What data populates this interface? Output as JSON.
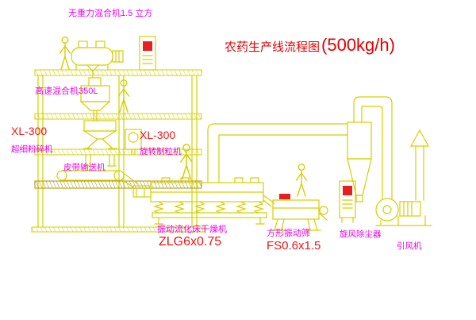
{
  "title": {
    "text": "农药生产线流程图",
    "capacity": "(500kg/h)"
  },
  "colors": {
    "line_color": "#d4d000",
    "line_dark": "#b08c00",
    "label_color": "#ee00ee",
    "model_color": "#f01414",
    "title_color": "#e60000",
    "panel_red": "#e62020"
  },
  "equipment": {
    "gravity_mixer": {
      "label": "无重力混合机1.5 立方"
    },
    "high_speed_mixer": {
      "label": "高速混合机350L"
    },
    "pulverizer": {
      "model": "XL-300",
      "label": "超细粉碎机"
    },
    "granulator": {
      "model": "XL-300",
      "label": "旋转制粒机"
    },
    "belt_conveyor": {
      "label": "皮带输送机"
    },
    "fluid_bed_dryer": {
      "label": "振动流化床干燥机",
      "model": "ZLG6x0.75"
    },
    "vibrating_screen": {
      "label": "方形振动筛",
      "model": "FS0.6x1.5"
    },
    "cyclone": {
      "label": "旋风除尘器"
    },
    "draft_fan": {
      "label": "引风机"
    }
  }
}
